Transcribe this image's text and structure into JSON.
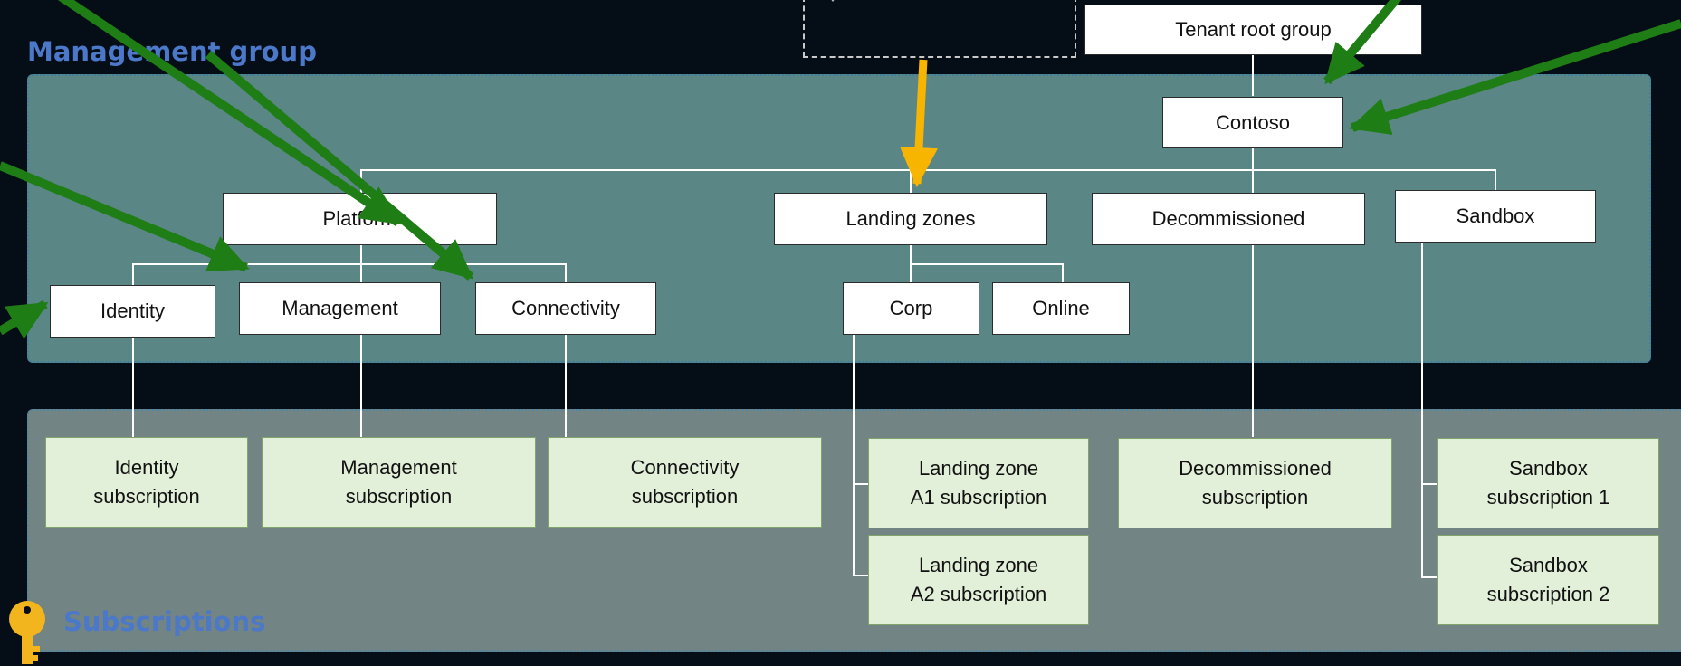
{
  "sections": {
    "management_group": "Management group",
    "subscriptions": "Subscriptions"
  },
  "nodes": {
    "tenant_root": "Tenant root group",
    "contoso": "Contoso",
    "platform": "Platform",
    "landing_zones": "Landing zones",
    "decommissioned": "Decommissioned",
    "sandbox": "Sandbox",
    "identity": "Identity",
    "management": "Management",
    "connectivity": "Connectivity",
    "corp": "Corp",
    "online": "Online"
  },
  "subscriptions": {
    "identity": [
      "Identity",
      "subscription"
    ],
    "management": [
      "Management",
      "subscription"
    ],
    "connectivity": [
      "Connectivity",
      "subscription"
    ],
    "lz_a1": [
      "Landing zone",
      "A1 subscription"
    ],
    "lz_a2": [
      "Landing zone",
      "A2 subscription"
    ],
    "decommissioned": [
      "Decommissioned",
      "subscription"
    ],
    "sandbox1": [
      "Sandbox",
      "subscription 1"
    ],
    "sandbox2": [
      "Sandbox",
      "subscription 2"
    ]
  },
  "colors": {
    "background": "#050d17",
    "panel_top": "#5a8686",
    "panel_bottom": "#728484",
    "section_title": "#4b78c8",
    "subscription_fill": "#e2efd9",
    "arrow_green": "#1e7d14",
    "arrow_yellow": "#f7b500",
    "key_icon": "#f2b51d"
  },
  "icons": {
    "key": "key-icon"
  }
}
